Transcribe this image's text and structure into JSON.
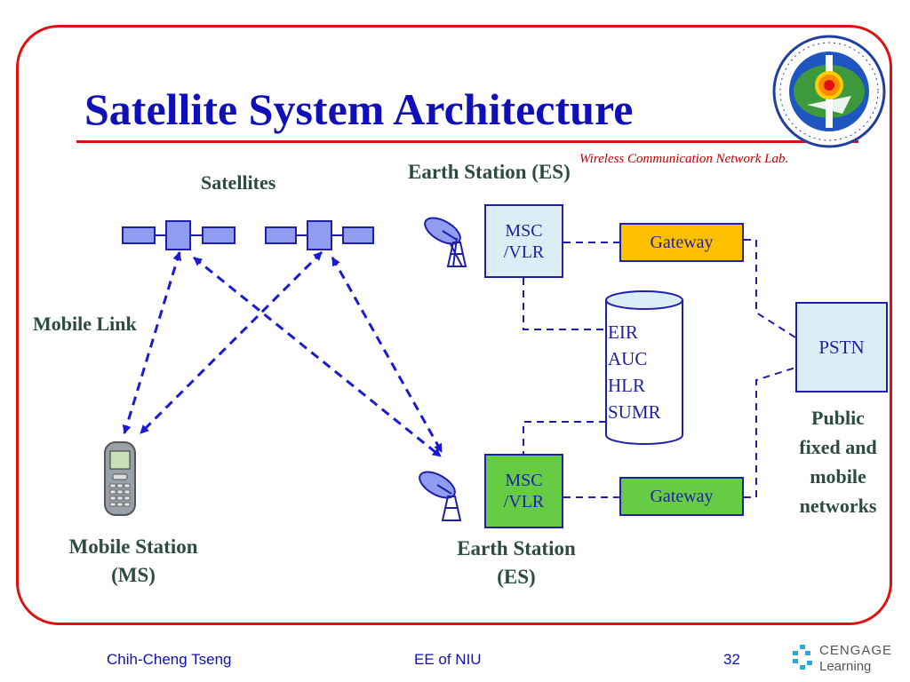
{
  "slide": {
    "title": "Satellite System Architecture",
    "lab": "Wireless Communication Network Lab."
  },
  "labels": {
    "satellites": "Satellites",
    "earth_station_top": "Earth Station (ES)",
    "mobile_link": "Mobile Link",
    "mobile_station_line1": "Mobile Station",
    "mobile_station_line2": "(MS)",
    "earth_station_bottom_line1": "Earth Station",
    "earth_station_bottom_line2": "(ES)",
    "public_networks": [
      "Public",
      "fixed and",
      "mobile",
      "networks"
    ]
  },
  "nodes": {
    "msc_top": [
      "MSC",
      "/VLR"
    ],
    "msc_bottom": [
      "MSC",
      "/VLR"
    ],
    "gateway_top": "Gateway",
    "gateway_bottom": "Gateway",
    "pstn": "PSTN",
    "database": [
      "EIR",
      "AUC",
      "HLR",
      "SUMR"
    ]
  },
  "footer": {
    "author": "Chih-Cheng Tseng",
    "dept": "EE of NIU",
    "page": "32",
    "publisher_line1": "CENGAGE",
    "publisher_line2": "Learning"
  },
  "colors": {
    "title": "#1010b8",
    "frame": "#e01010",
    "link": "#1a1ad0",
    "gateway_top": "#ffc000",
    "green": "#66cc44",
    "light_box": "#dbeef5"
  }
}
